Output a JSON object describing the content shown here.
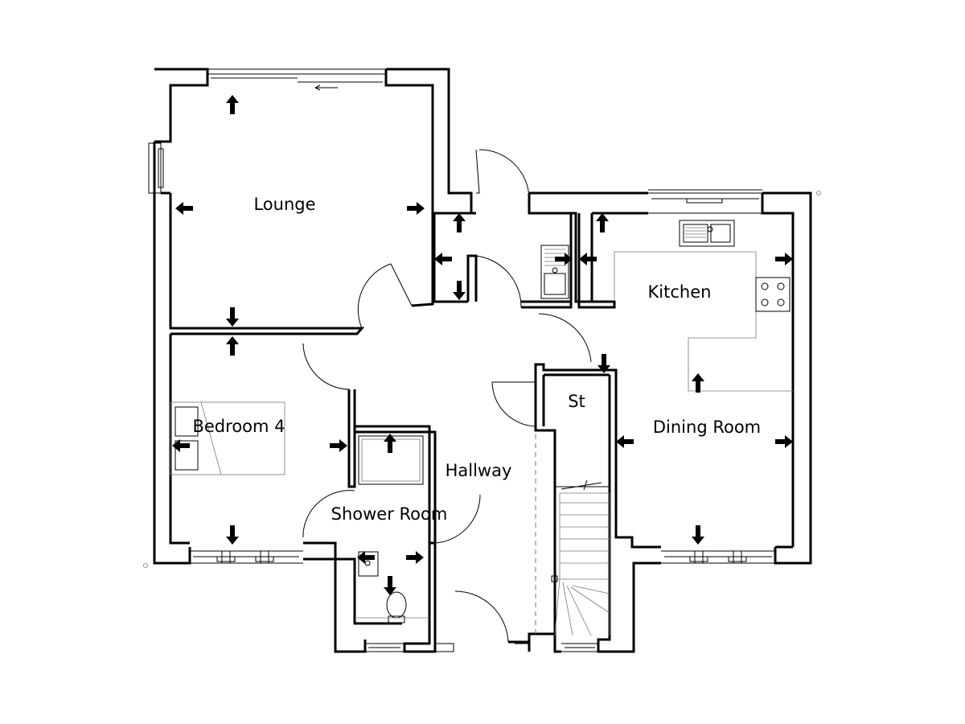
{
  "plan": {
    "rooms": [
      {
        "id": "lounge",
        "label": "Lounge"
      },
      {
        "id": "kitchen",
        "label": "Kitchen"
      },
      {
        "id": "bedroom4",
        "label": "Bedroom 4"
      },
      {
        "id": "dining",
        "label": "Dining Room"
      },
      {
        "id": "hallway",
        "label": "Hallway"
      },
      {
        "id": "shower",
        "label": "Shower Room"
      },
      {
        "id": "store",
        "label": "St"
      }
    ]
  }
}
